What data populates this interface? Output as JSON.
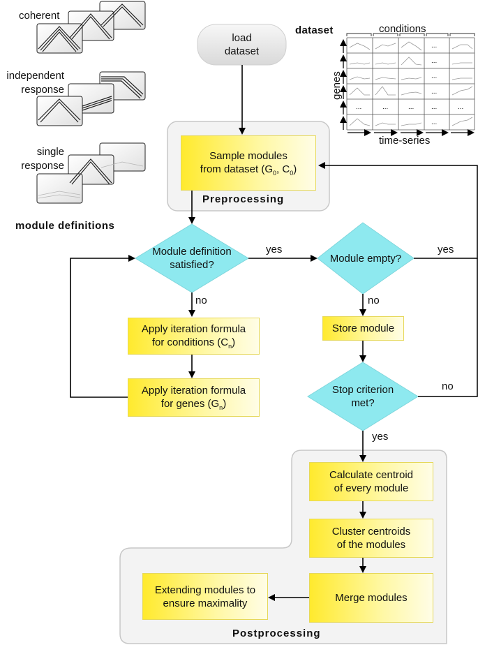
{
  "module_definitions": {
    "coherent": "coherent",
    "independent": "independent\nresponse",
    "single": "single\nresponse",
    "caption": "module definitions"
  },
  "dataset": {
    "title": "dataset",
    "conditions_label": "conditions",
    "genes_label": "genes",
    "timeseries_label": "time-series",
    "ellipsis": "..."
  },
  "nodes": {
    "load": "load\ndataset",
    "sample_main": "Sample modules\nfrom dataset (G",
    "sample_sub0": "0",
    "sample_mid": ", C",
    "sample_sub1": "0",
    "sample_end": ")",
    "preprocessing": "Preprocessing",
    "module_def": "Module definition\nsatisfied?",
    "module_empty": "Module empty?",
    "apply_cond_main": "Apply iteration formula\nfor conditions (C",
    "apply_cond_sub": "n",
    "apply_cond_end": ")",
    "apply_genes_main": "Apply iteration formula\nfor genes (G",
    "apply_genes_sub": "n",
    "apply_genes_end": ")",
    "store": "Store module",
    "stop": "Stop criterion\nmet?",
    "centroid": "Calculate centroid\nof every module",
    "cluster": "Cluster centroids\nof the modules",
    "merge": "Merge modules",
    "extend": "Extending modules to\nensure maximality",
    "postprocessing": "Postprocessing"
  },
  "edge_labels": {
    "yes1": "yes",
    "yes2": "yes",
    "yes3": "yes",
    "no1": "no",
    "no2": "no",
    "no3": "no"
  },
  "colors": {
    "box_yellow": "#ffea2e",
    "diamond_cyan": "#8ee9ef",
    "container_gray": "#f3f3f3"
  }
}
